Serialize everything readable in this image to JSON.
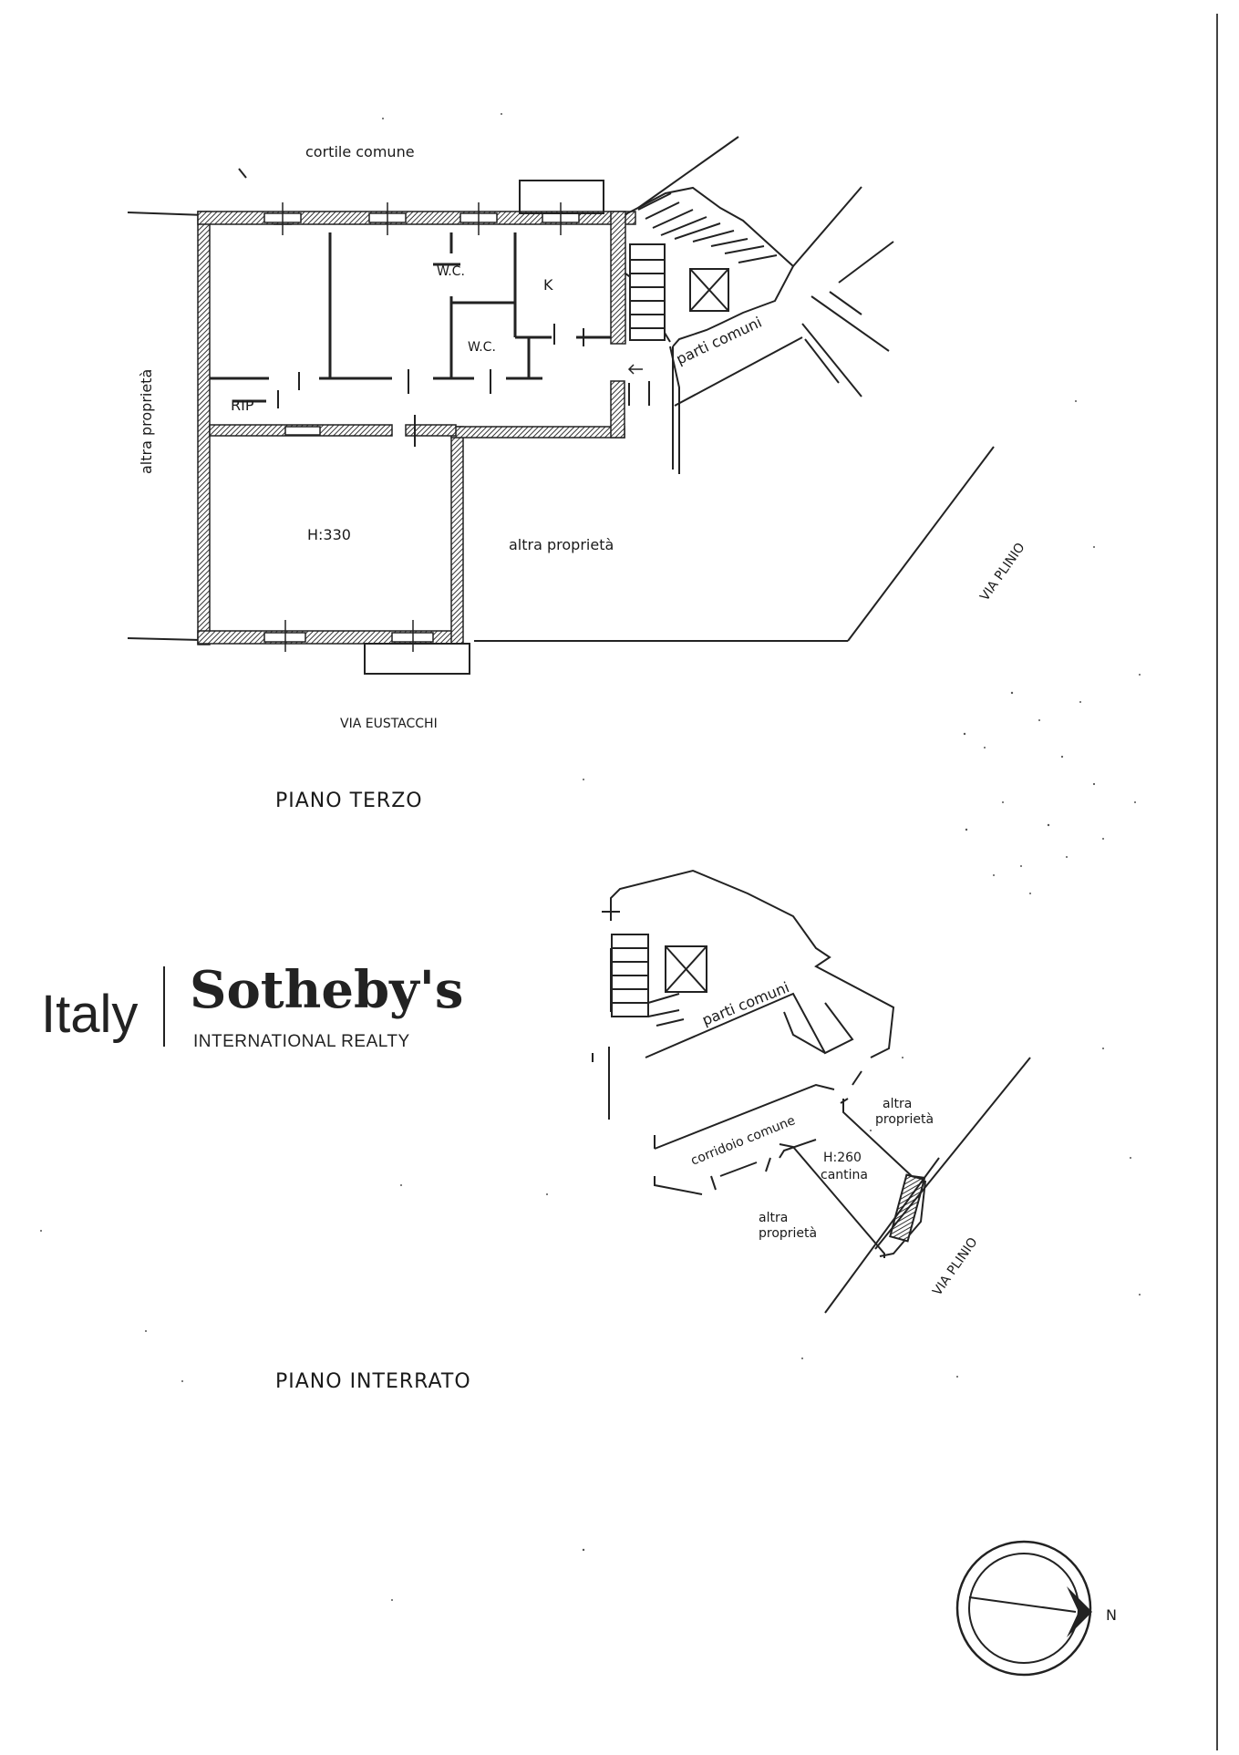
{
  "brand": {
    "name_left": "Italy",
    "name_right": "Sotheby's",
    "tagline": "INTERNATIONAL REALTY"
  },
  "third_floor": {
    "title": "PIANO TERZO",
    "courtyard": "cortile comune",
    "left_property": "altra proprietà",
    "right_property": "altra proprietà",
    "street_bottom": "VIA EUSTACCHI",
    "street_right": "VIA PLINIO",
    "common_parts": "parti comuni",
    "rooms": {
      "wc_1": "W.C.",
      "wc_2": "W.C.",
      "kitchen": "K",
      "landing": "RIP",
      "height": "H:330"
    }
  },
  "basement": {
    "title": "PIANO INTERRATO",
    "common_parts": "parti comuni",
    "corridor": "corridoio comune",
    "height": "H:260",
    "cellar": "cantina",
    "property_right_1": "altra",
    "property_right_2": "proprietà",
    "property_left_1": "altra",
    "property_left_2": "proprietà",
    "street": "VIA PLINIO"
  },
  "compass": {
    "north": "N"
  }
}
